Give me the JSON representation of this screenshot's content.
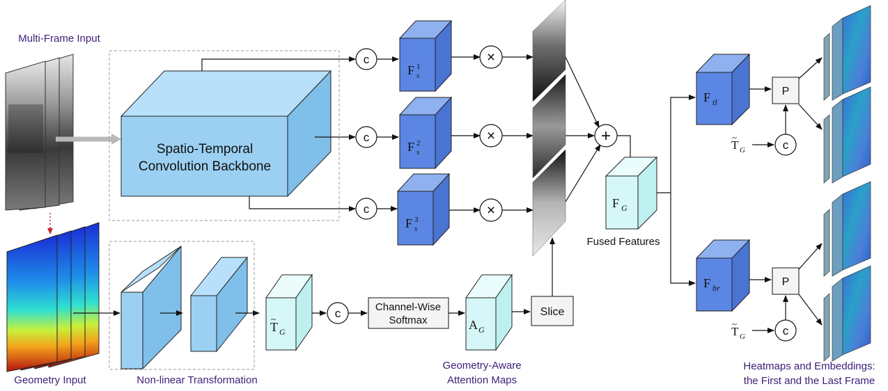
{
  "labels": {
    "multi_frame_input": "Multi-Frame Input",
    "geometry_input": "Geometry Input",
    "nonlinear_transformation": "Non-linear Transformation",
    "backbone_line1": "Spatio-Temporal",
    "backbone_line2": "Convolution Backbone",
    "channel_softmax_line1": "Channel-Wise",
    "channel_softmax_line2": "Softmax",
    "slice": "Slice",
    "fused_features": "Fused Features",
    "geo_attention_line1": "Geometry-Aware",
    "geo_attention_line2": "Attention Maps",
    "heatmaps_line1": "Heatmaps and Embeddings:",
    "heatmaps_line2": "the First and the Last Frame"
  },
  "operators": {
    "concat": "c",
    "multiply": "×",
    "add": "+",
    "pool": "P"
  },
  "symbols": {
    "F_main": "F",
    "T_main": "T",
    "T_accent": "~",
    "A_main": "A",
    "sub_s": "s",
    "sup_1": "1",
    "sup_2": "2",
    "sup_3": "3",
    "sub_G": "G",
    "sub_tl": "tl",
    "sub_br": "br"
  },
  "colors": {
    "blue_dark": "#5b86e3",
    "blue_light": "#9bd0f2",
    "cyan_light": "#d5f7f7",
    "purple_text": "#3c1e78"
  }
}
